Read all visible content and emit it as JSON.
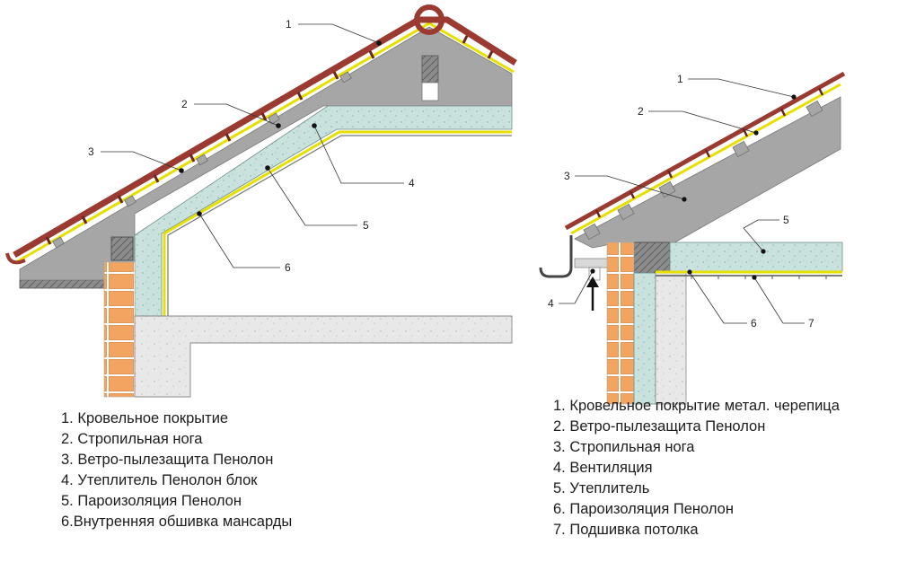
{
  "left_diagram": {
    "callouts": [
      "1",
      "2",
      "3",
      "4",
      "5",
      "6"
    ],
    "legend": [
      "1. Кровельное покрытие",
      "2. Стропильная нога",
      "3. Ветро-пылезащита Пенолон",
      "4. Утеплитель Пенолон блок",
      "5. Пароизоляция Пенолон",
      "6.Внутренняя обшивка мансарды"
    ]
  },
  "right_diagram": {
    "callouts": [
      "1",
      "2",
      "3",
      "4",
      "5",
      "6",
      "7"
    ],
    "legend": [
      "1. Кровельное покрытие метал. черепица",
      "2. Ветро-пылезащита Пенолон",
      "3. Стропильная нога",
      "4. Вентиляция",
      "5. Утеплитель",
      "6. Пароизоляция Пенолон",
      "7. Подшивка потолка"
    ]
  },
  "colors": {
    "roof_tile": "#9a3a30",
    "rafter_gray": "#a4a4a4",
    "insulation": "#c9e2dd",
    "membrane_yellow": "#e6e000",
    "brick": "#f2a460",
    "concrete": "#e6e6e6"
  }
}
